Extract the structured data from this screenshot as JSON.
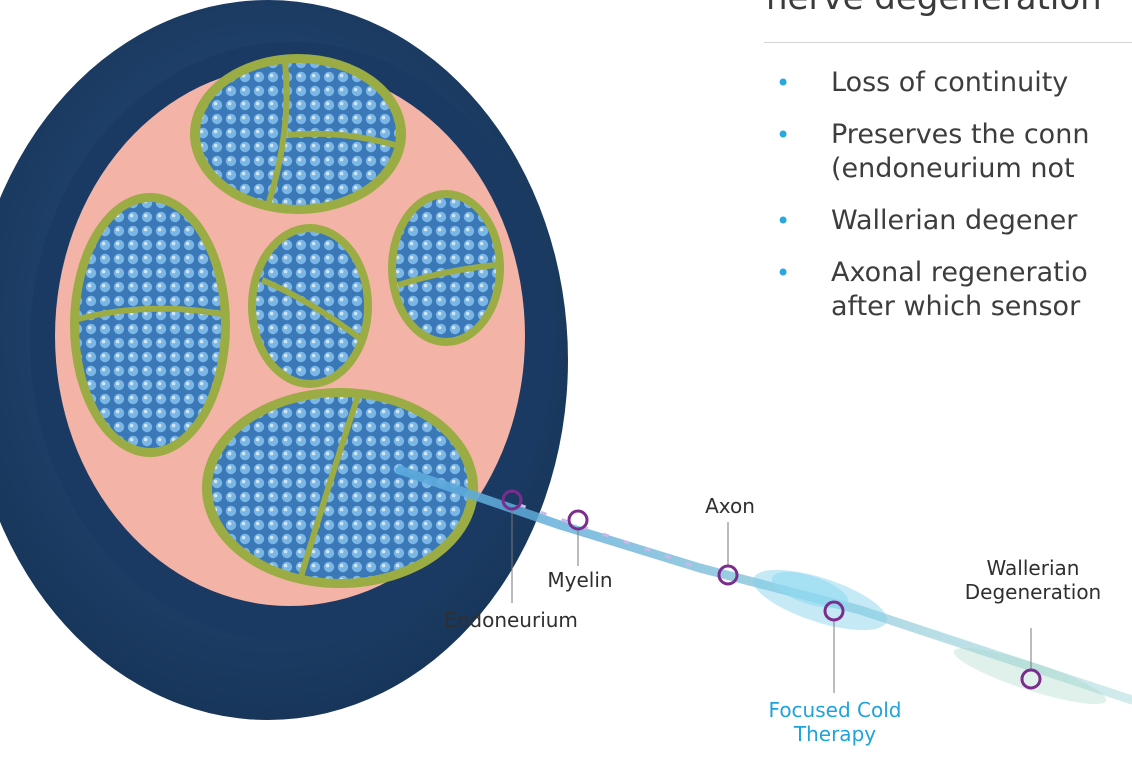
{
  "heading": "nerve degeneration",
  "bullets": [
    "Loss of continuity",
    "Preserves the conn",
    "(endoneurium not",
    "Wallerian degener",
    "Axonal regeneratio",
    "after which sensor"
  ],
  "labels": {
    "axon": "Axon",
    "myelin": "Myelin",
    "endoneurium": "Endoneurium",
    "wallerian_line1": "Wallerian",
    "wallerian_line2": "Degeneration",
    "focused_line1": "Focused Cold",
    "focused_line2": "Therapy"
  },
  "colors": {
    "bullet": "#29a7df",
    "marker": "#7b2d8e",
    "highlight_label": "#1fa3dc",
    "epineurium": "#1f3f6b",
    "perineurium": "#9aac43",
    "axon_fill": "#5a9bd6",
    "tissue": "#f2b5a8"
  }
}
